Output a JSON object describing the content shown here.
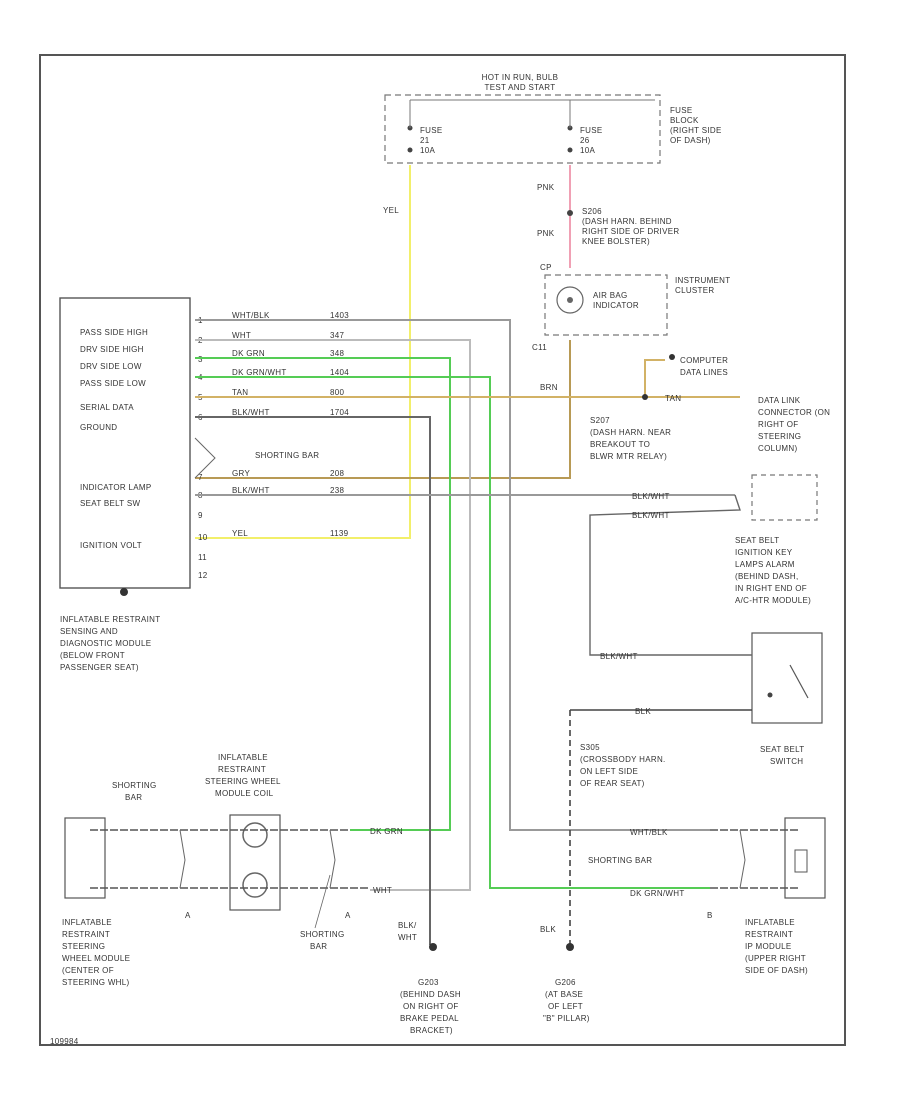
{
  "diagram": {
    "hot_label": "HOT IN RUN, BULB",
    "hot_label2": "TEST AND START",
    "fuse_block": [
      "FUSE",
      "BLOCK",
      "(RIGHT SIDE",
      "OF DASH)"
    ],
    "fuse_left": [
      "FUSE",
      "21",
      "10A"
    ],
    "fuse_right": [
      "FUSE",
      "26",
      "10A"
    ],
    "yel_label": "YEL",
    "pnk_top": "PNK",
    "pnk_mid": "PNK",
    "s_cluster": [
      "S206",
      "(DASH HARN. BEHIND",
      "RIGHT SIDE OF DRIVER",
      "KNEE BOLSTER)"
    ],
    "cluster": [
      "INSTRUMENT",
      "CLUSTER"
    ],
    "indicator": [
      "AIR BAG",
      "INDICATOR"
    ],
    "module_pins": [
      "PASS SIDE HIGH",
      "DRV SIDE HIGH",
      "DRV SIDE LOW",
      "PASS SIDE LOW",
      "SERIAL DATA",
      "GROUND",
      "INDICATOR LAMP",
      "SEAT BELT SW",
      "IGNITION VOLT"
    ],
    "pin_numbers": [
      "1",
      "2",
      "3",
      "4",
      "5",
      "6",
      "7",
      "8",
      "9",
      "10",
      "11",
      "12"
    ],
    "wire_rows": [
      {
        "color": "WHT/BLK",
        "circuit": "1403"
      },
      {
        "color": "WHT",
        "circuit": "347"
      },
      {
        "color": "DK GRN",
        "circuit": "348"
      },
      {
        "color": "DK GRN/WHT",
        "circuit": "1404"
      },
      {
        "color": "TAN",
        "circuit": "800"
      },
      {
        "color": "BLK/WHT",
        "circuit": "1704"
      },
      {
        "color": "GRY",
        "circuit": "208"
      },
      {
        "color": "BLK/WHT",
        "circuit": "238"
      },
      {
        "color": "YEL",
        "circuit": "1139"
      }
    ],
    "shorting_bar_module": "SHORTING BAR",
    "module_label": [
      "INFLATABLE RESTRAINT",
      "SENSING AND",
      "DIAGNOSTIC MODULE",
      "(BELOW FRONT",
      "PASSENGER SEAT)"
    ],
    "computer_label": [
      "COMPUTER",
      "DATA LINES"
    ],
    "dlc_label": [
      "DATA LINK",
      "CONNECTOR (ON",
      "RIGHT OF",
      "STEERING",
      "COLUMN)"
    ],
    "s207": [
      "S207",
      "(DASH HARN. NEAR",
      "BREAKOUT TO",
      "BLWR MTR RELAY)"
    ],
    "gry_label": "GRY",
    "brn_label": "BRN",
    "tan_right": "TAN",
    "blk_wht_right": "BLK/WHT",
    "blk_wht_right2": "BLK/WHT",
    "seat_module": [
      "SEAT BELT",
      "IGNITION KEY",
      "LAMPS ALARM",
      "(BEHIND DASH,",
      "IN RIGHT END OF",
      "A/C-HTR MODULE)"
    ],
    "blk_wht_lower": "BLK/WHT",
    "blk_lower": "BLK",
    "seat_belt_switch": [
      "SEAT BELT",
      "SWITCH"
    ],
    "s305": [
      "S305",
      "(CROSSBODY HARN.",
      "ON LEFT SIDE",
      "OF REAR SEAT)"
    ],
    "steering_module_label": [
      "INFLATABLE",
      "RESTRAINT",
      "STEERING WHEEL",
      "MODULE COIL"
    ],
    "shorting_bar_top": [
      "SHORTING",
      "BAR"
    ],
    "shorting_bar_bottom": [
      "SHORTING",
      "BAR"
    ],
    "steering_wheel_module": [
      "INFLATABLE",
      "RESTRAINT",
      "STEERING",
      "WHEEL MODULE",
      "(CENTER OF",
      "STEERING WHL)"
    ],
    "g203": [
      "G203",
      "(BEHIND DASH",
      "ON RIGHT OF",
      "BRAKE PEDAL",
      "BRACKET)"
    ],
    "blk_wht_ground": [
      "BLK/",
      "WHT"
    ],
    "g206": [
      "G206",
      "(AT BASE",
      "OF LEFT",
      "\"B\" PILLAR)"
    ],
    "blk_g206": "BLK",
    "ip_module": [
      "INFLATABLE",
      "RESTRAINT",
      "IP MODULE",
      "(UPPER RIGHT",
      "SIDE OF DASH)"
    ],
    "shorting_bar_ip": "SHORTING BAR",
    "ip_wht_blk": "WHT/BLK",
    "ip_dk_grn": "DK GRN/WHT",
    "steer_wht": "WHT",
    "steer_dk_grn": "DK GRN",
    "conn_a": "A",
    "conn_a2": "A",
    "conn_b": "B",
    "conn_cp": "CP",
    "conn_c11": "C11",
    "footer_code": "109984"
  },
  "colors": {
    "yellow": "#f2ef6a",
    "pink": "#f0a0b4",
    "tan": "#d2b266",
    "green": "#55cc55",
    "gray": "#999999",
    "black": "#444444"
  }
}
